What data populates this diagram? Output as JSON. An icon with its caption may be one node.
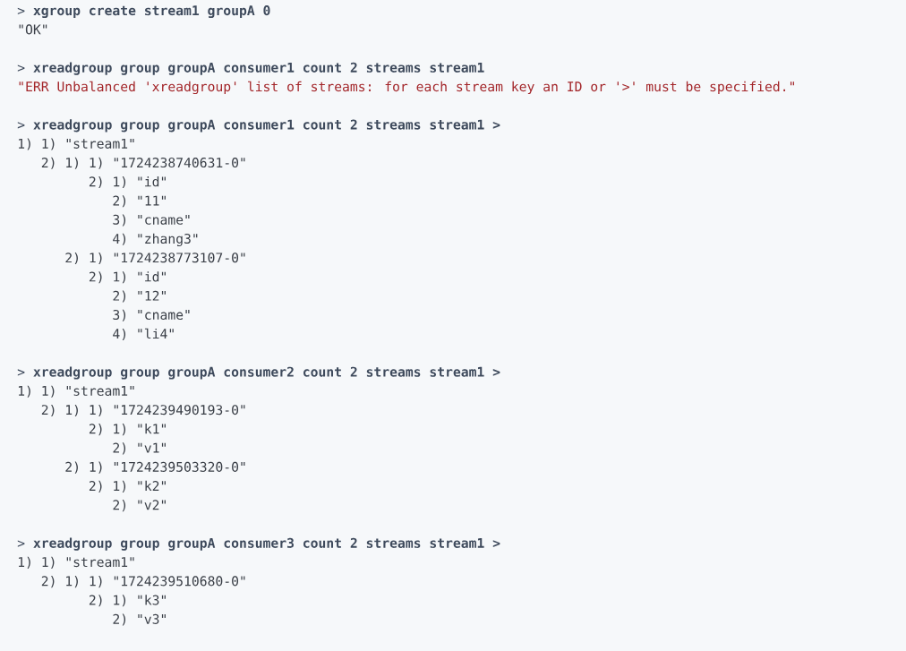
{
  "diagram": {
    "labels": [
      "> **xgroup create stream1 groupA 0**",
      "\"OK\"",
      "> **xreadgroup group groupA consumer1 count 2 streams stream1**",
      "\"ERR Unbalanced 'xreadgroup' list of streams: for each stream key an ID or '>' must be specified.\"",
      "> **xreadgroup group groupA consumer1 count 2 streams stream1 >**",
      "1) 1) \"stream1\"",
      "2) 1) 1) \"1724238740631-0\"",
      "2) 1) \"id\"",
      "2) \"11\"",
      "3) \"cname\"",
      "4) \"zhang3\"",
      "2) 1) \"1724238773107-0\"",
      "2) 1) \"id\"",
      "2) \"12\"",
      "3) \"cname\"",
      "4) \"li4\"",
      "> **xreadgroup group groupA consumer2 count 2 streams stream1 >**",
      "1) 1) \"stream1\"",
      "2) 1) 1) \"1724239490193-0\"",
      "2) 1) \"k1\"",
      "2) \"v1\"",
      "2) 1) \"1724239503320-0\"",
      "2) 1) \"k2\"",
      "2) \"v2\"",
      "> **xreadgroup group groupA consumer3 count 2 streams stream1 >**",
      "1) 1) \"stream1\"",
      "2) 1) 1) \"1724239510680-0\"",
      "2) 1) \"k3\"",
      "2) \"v3\""
    ]
  }
}
